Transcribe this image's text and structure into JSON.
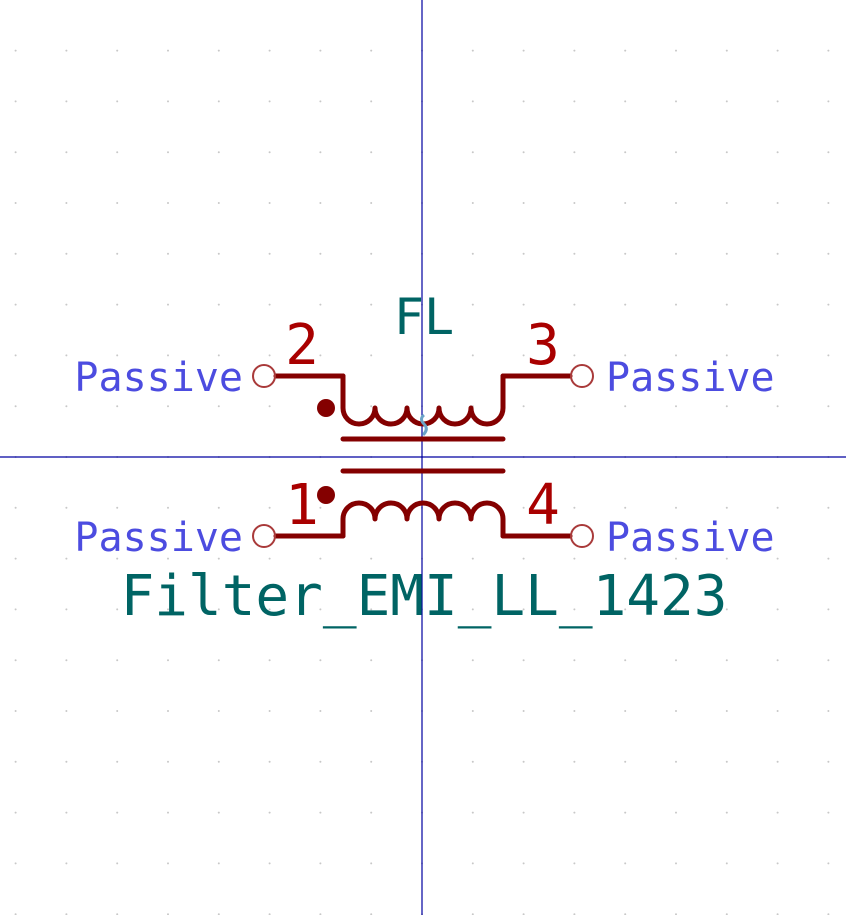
{
  "symbol": {
    "reference": "FL",
    "value": "Filter_EMI_LL_1423"
  },
  "pins": [
    {
      "number": "2",
      "type": "Passive"
    },
    {
      "number": "3",
      "type": "Passive"
    },
    {
      "number": "1",
      "type": "Passive"
    },
    {
      "number": "4",
      "type": "Passive"
    }
  ],
  "colors": {
    "body": "#840000",
    "pin_number": "#a90000",
    "pin_type": "#4c4ce0",
    "field_text": "#006464",
    "axis": "#0000a0",
    "grid_dot": "#c8c8c8",
    "anchor": "#6aa3c8",
    "background": "#ffffff"
  }
}
